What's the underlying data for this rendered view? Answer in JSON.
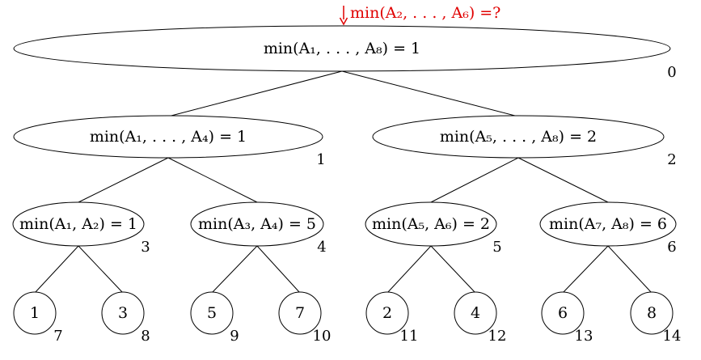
{
  "accent_color": "#e00000",
  "query": {
    "text": "min(A₂, . . . , A₆) =?"
  },
  "nodes": [
    {
      "label": "min(A₁, . . . , A₈) = 1",
      "index": "0"
    },
    {
      "label": "min(A₁, . . . , A₄) = 1",
      "index": "1"
    },
    {
      "label": "min(A₅, . . . , A₈) = 2",
      "index": "2"
    },
    {
      "label": "min(A₁, A₂) = 1",
      "index": "3"
    },
    {
      "label": "min(A₃, A₄) = 5",
      "index": "4"
    },
    {
      "label": "min(A₅, A₆) = 2",
      "index": "5"
    },
    {
      "label": "min(A₇, A₈) = 6",
      "index": "6"
    },
    {
      "label": "1",
      "index": "7"
    },
    {
      "label": "3",
      "index": "8"
    },
    {
      "label": "5",
      "index": "9"
    },
    {
      "label": "7",
      "index": "10"
    },
    {
      "label": "2",
      "index": "11"
    },
    {
      "label": "4",
      "index": "12"
    },
    {
      "label": "6",
      "index": "13"
    },
    {
      "label": "8",
      "index": "14"
    }
  ]
}
